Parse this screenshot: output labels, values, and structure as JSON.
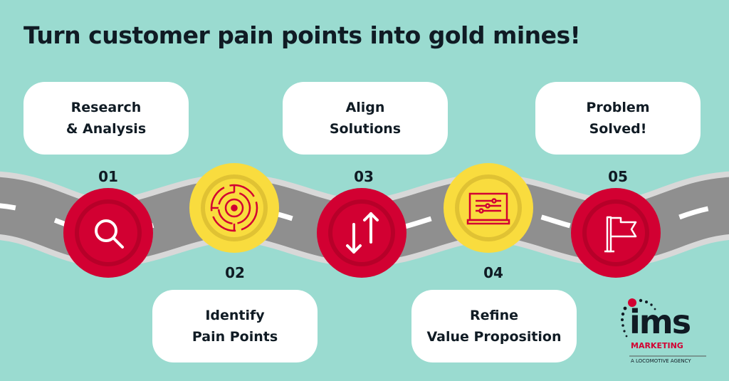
{
  "title": "Turn customer pain points into gold mines!",
  "steps": [
    {
      "number": "01",
      "line1": "Research",
      "line2": "& Analysis",
      "icon": "search-icon"
    },
    {
      "number": "02",
      "line1": "Identify",
      "line2": "Pain Points",
      "icon": "maze-icon"
    },
    {
      "number": "03",
      "line1": "Align",
      "line2": "Solutions",
      "icon": "swap-arrows-icon"
    },
    {
      "number": "04",
      "line1": "Refine",
      "line2": "Value Proposition",
      "icon": "laptop-sliders-icon"
    },
    {
      "number": "05",
      "line1": "Problem",
      "line2": "Solved!",
      "icon": "flag-icon"
    }
  ],
  "logo": {
    "brand": "ims",
    "sub": "MARKETING",
    "tagline": "A LOCOMOTIVE AGENCY"
  },
  "colors": {
    "background": "#9adbd0",
    "red": "#d20032",
    "yellow": "#f9dc3e",
    "road": "#8f8f8f",
    "text": "#101b24"
  }
}
